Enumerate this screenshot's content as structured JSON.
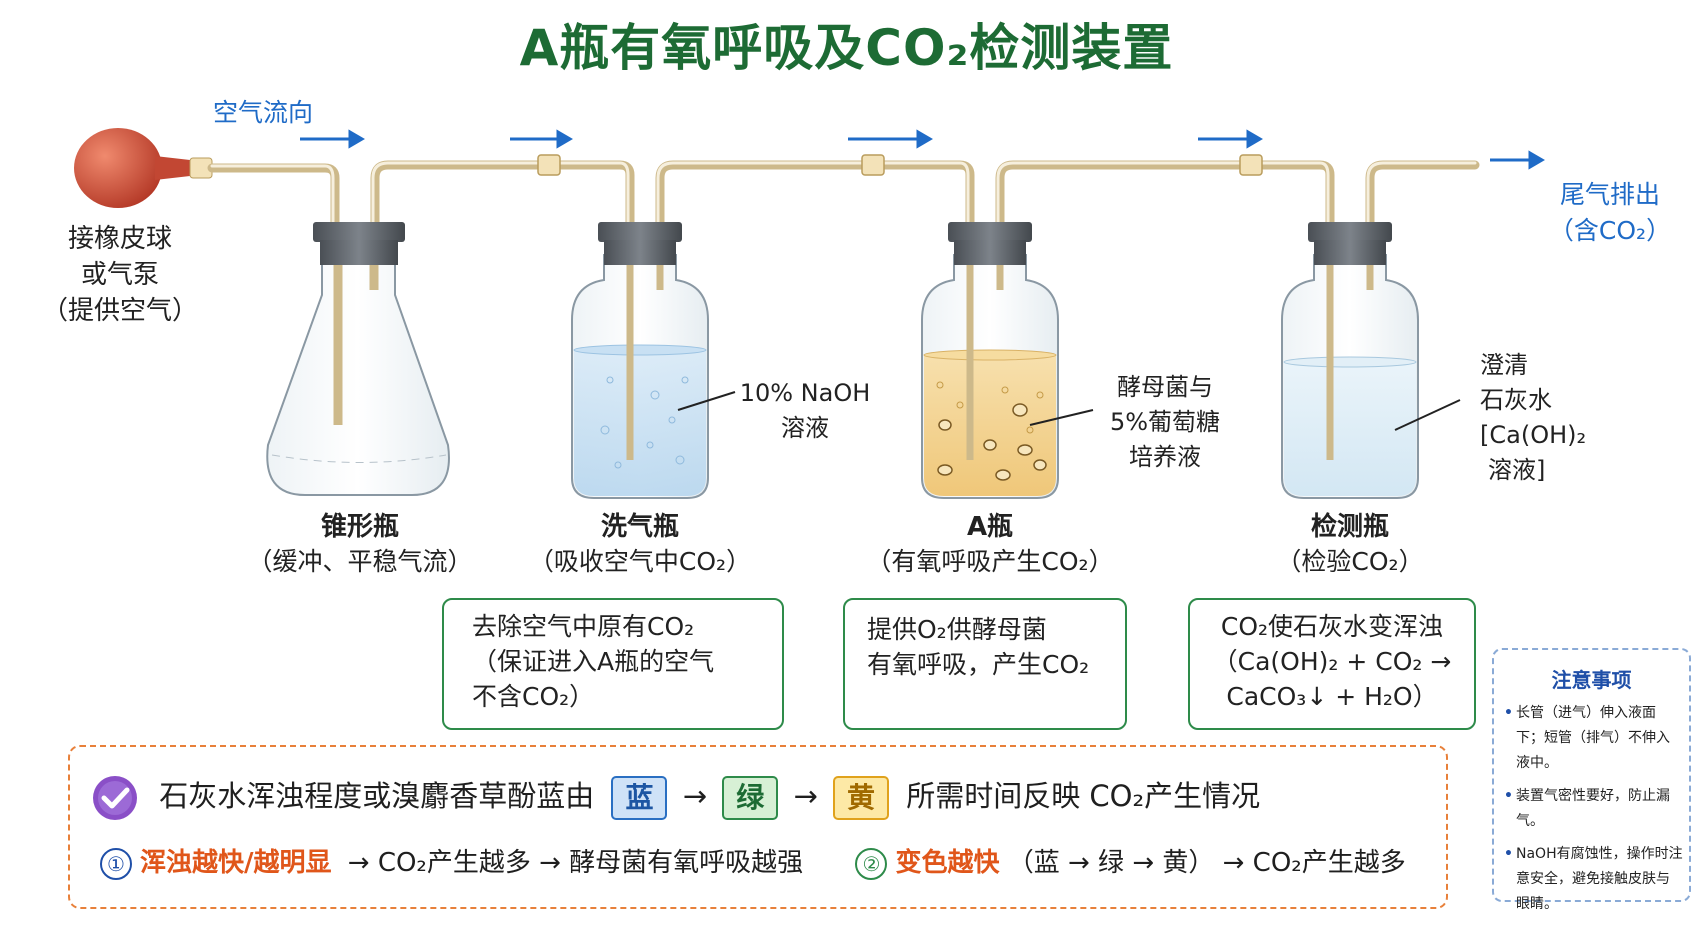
{
  "title": "A瓶有氧呼吸及CO₂检测装置",
  "air_direction": "空气流向",
  "exhaust": {
    "line1": "尾气排出",
    "line2": "（含CO₂）"
  },
  "pump": {
    "line1": "接橡皮球",
    "line2": "或气泵",
    "line3": "（提供空气）"
  },
  "flasks": [
    {
      "name": "锥形瓶",
      "desc": "（缓冲、平稳气流）"
    },
    {
      "name": "洗气瓶",
      "desc": "（吸收空气中CO₂）",
      "solution1": "10% NaOH",
      "solution2": "溶液"
    },
    {
      "name": "A瓶",
      "desc": "（有氧呼吸产生CO₂）",
      "solution1": "酵母菌与",
      "solution2": "5%葡萄糖",
      "solution3": "培养液"
    },
    {
      "name": "检测瓶",
      "desc": "（检验CO₂）",
      "solution1": "澄清",
      "solution2": "石灰水",
      "solution3": "[Ca(OH)₂",
      "solution4": "溶液]"
    }
  ],
  "boxes": [
    {
      "line1": "去除空气中原有CO₂",
      "line2": "（保证进入A瓶的空气",
      "line3": "不含CO₂）"
    },
    {
      "line1": "提供O₂供酵母菌",
      "line2": "有氧呼吸，产生CO₂"
    },
    {
      "line1": "CO₂使石灰水变浑浊",
      "line2": "（Ca(OH)₂ + CO₂ →",
      "line3": "CaCO₃↓ + H₂O）"
    }
  ],
  "bottom": {
    "lead": "石灰水浑浊程度或溴麝香草酚蓝由",
    "chip_blue": "蓝",
    "chip_green": "绿",
    "chip_yellow": "黄",
    "arrow": "→",
    "tail": "所需时间反映 CO₂产生情况",
    "item1_num": "①",
    "item1_hl": "浑浊越快/越明显",
    "item1_text": "→ CO₂产生越多 → 酵母菌有氧呼吸越强",
    "item2_num": "②",
    "item2_hl": "变色越快",
    "item2_text": "（蓝 → 绿 → 黄） → CO₂产生越多"
  },
  "note": {
    "title": "注意事项",
    "items": [
      "长管（进气）伸入液面下；短管（排气）不伸入液中。",
      "装置气密性要好，防止漏气。",
      "NaOH有腐蚀性，操作时注意安全，避免接触皮肤与眼睛。"
    ]
  },
  "colors": {
    "title": "#1d6b34",
    "arrow": "#1f6bc7",
    "box_border": "#2e8b4a",
    "bottom_border": "#e8803a",
    "note_border": "#8aaad6",
    "bulb": "#c9412f",
    "naoh": "#cfe3f3",
    "yeast": "#f3d596",
    "limewater": "#e3f0f8"
  }
}
